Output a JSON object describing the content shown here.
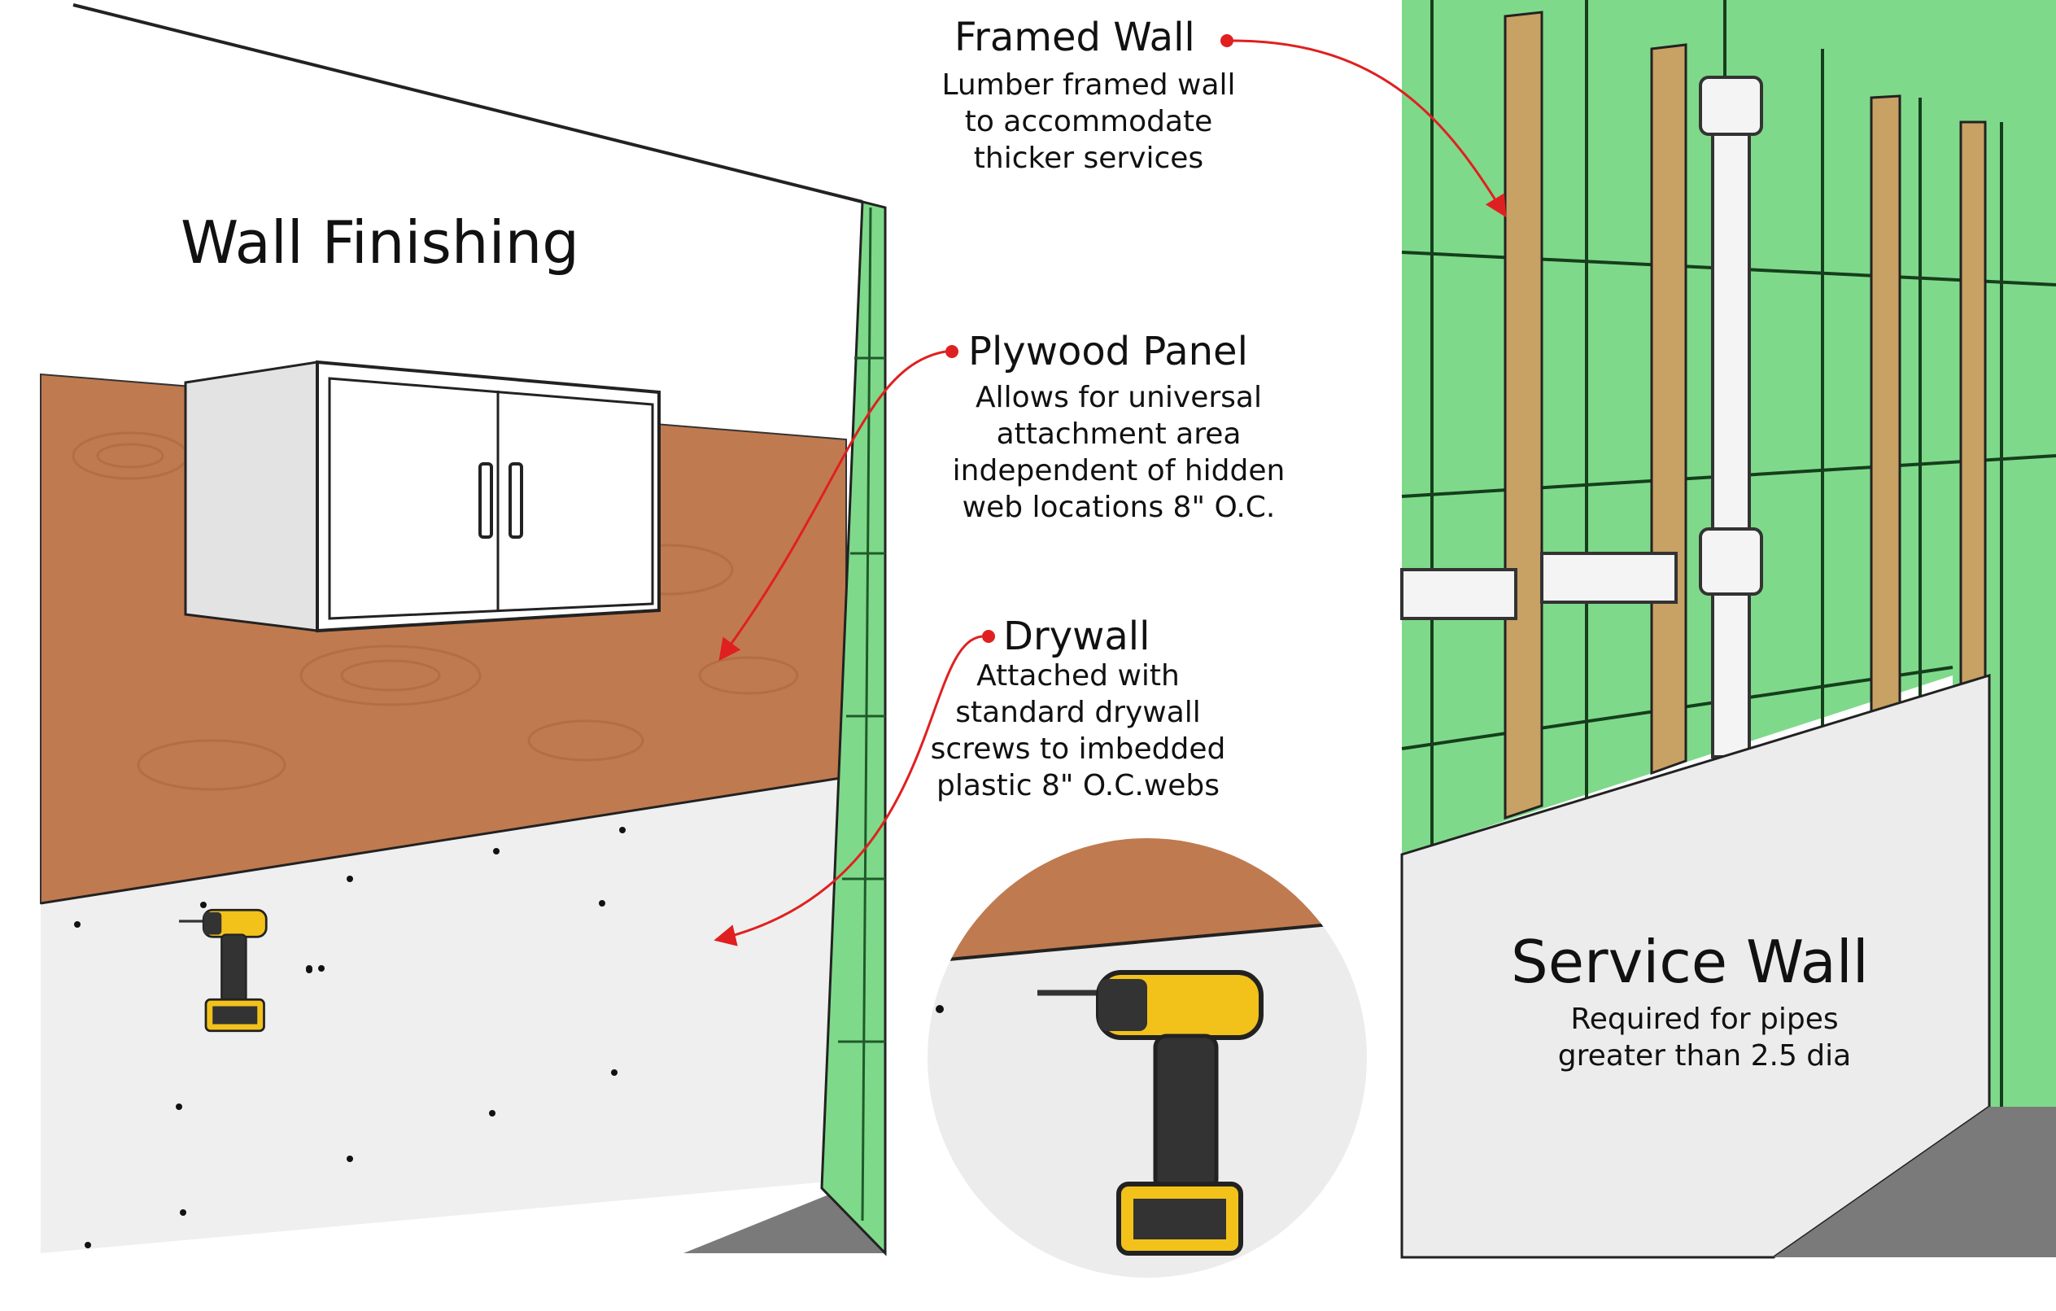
{
  "titles": {
    "wall_finishing": "Wall Finishing",
    "service_wall": "Service Wall"
  },
  "callouts": {
    "framed_wall": {
      "title": "Framed Wall",
      "lines": [
        "Lumber framed wall",
        "to accommodate",
        "thicker services"
      ]
    },
    "plywood_panel": {
      "title": "Plywood Panel",
      "lines": [
        "Allows for universal",
        "attachment area",
        "independent of hidden",
        "web locations 8\" O.C."
      ]
    },
    "drywall": {
      "title": "Drywall",
      "lines": [
        "Attached with",
        "standard drywall",
        "screws to imbedded",
        "plastic 8\" O.C.webs"
      ]
    },
    "service_wall": {
      "lines": [
        "Required for pipes",
        "greater than 2.5 dia"
      ]
    }
  },
  "colors": {
    "green_panel": "#7fd98a",
    "plywood": "#c07a4f",
    "lumber": "#c8a164",
    "drywall": "#ececec",
    "floor": "#7a7a7a",
    "arrow": "#e02020",
    "pipe": "#f4f4f4",
    "drill_yellow": "#f2c21b"
  }
}
